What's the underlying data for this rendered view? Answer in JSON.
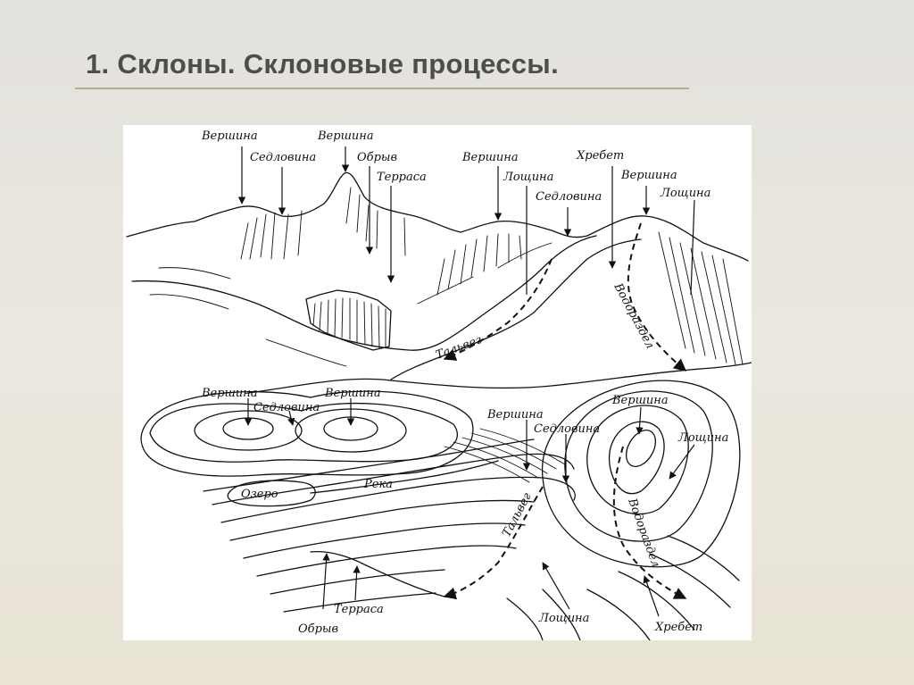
{
  "slide": {
    "title": "1. Склоны. Склоновые процессы.",
    "accent_color": "#b3ad8a",
    "title_color": "#4d4d4d"
  },
  "landscape": {
    "labels": {
      "vershina_1": "Вершина",
      "sedlovina_1": "Седловина",
      "vershina_2": "Вершина",
      "obryv": "Обрыв",
      "terrasa": "Терраса",
      "vershina_3": "Вершина",
      "loshchina_1": "Лощина",
      "sedlovina_2": "Седловина",
      "hrebet": "Хребет",
      "vershina_4": "Вершина",
      "loshchina_2": "Лощина",
      "talveg": "Тальвег",
      "vodorazdel": "Водораздел"
    }
  },
  "contour_map": {
    "labels": {
      "vershina_1": "Вершина",
      "sedlovina_1": "Седловина",
      "vershina_2": "Вершина",
      "vershina_3": "Вершина",
      "sedlovina_2": "Седловина",
      "vershina_4": "Вершина",
      "loshchina_1": "Лощина",
      "ozero": "Озеро",
      "reka": "Река",
      "talveg": "Тальвег",
      "vodorazdel": "Водораздел",
      "terrasa": "Терраса",
      "obryv": "Обрыв",
      "loshchina_2": "Лощина",
      "hrebet": "Хребет"
    }
  }
}
